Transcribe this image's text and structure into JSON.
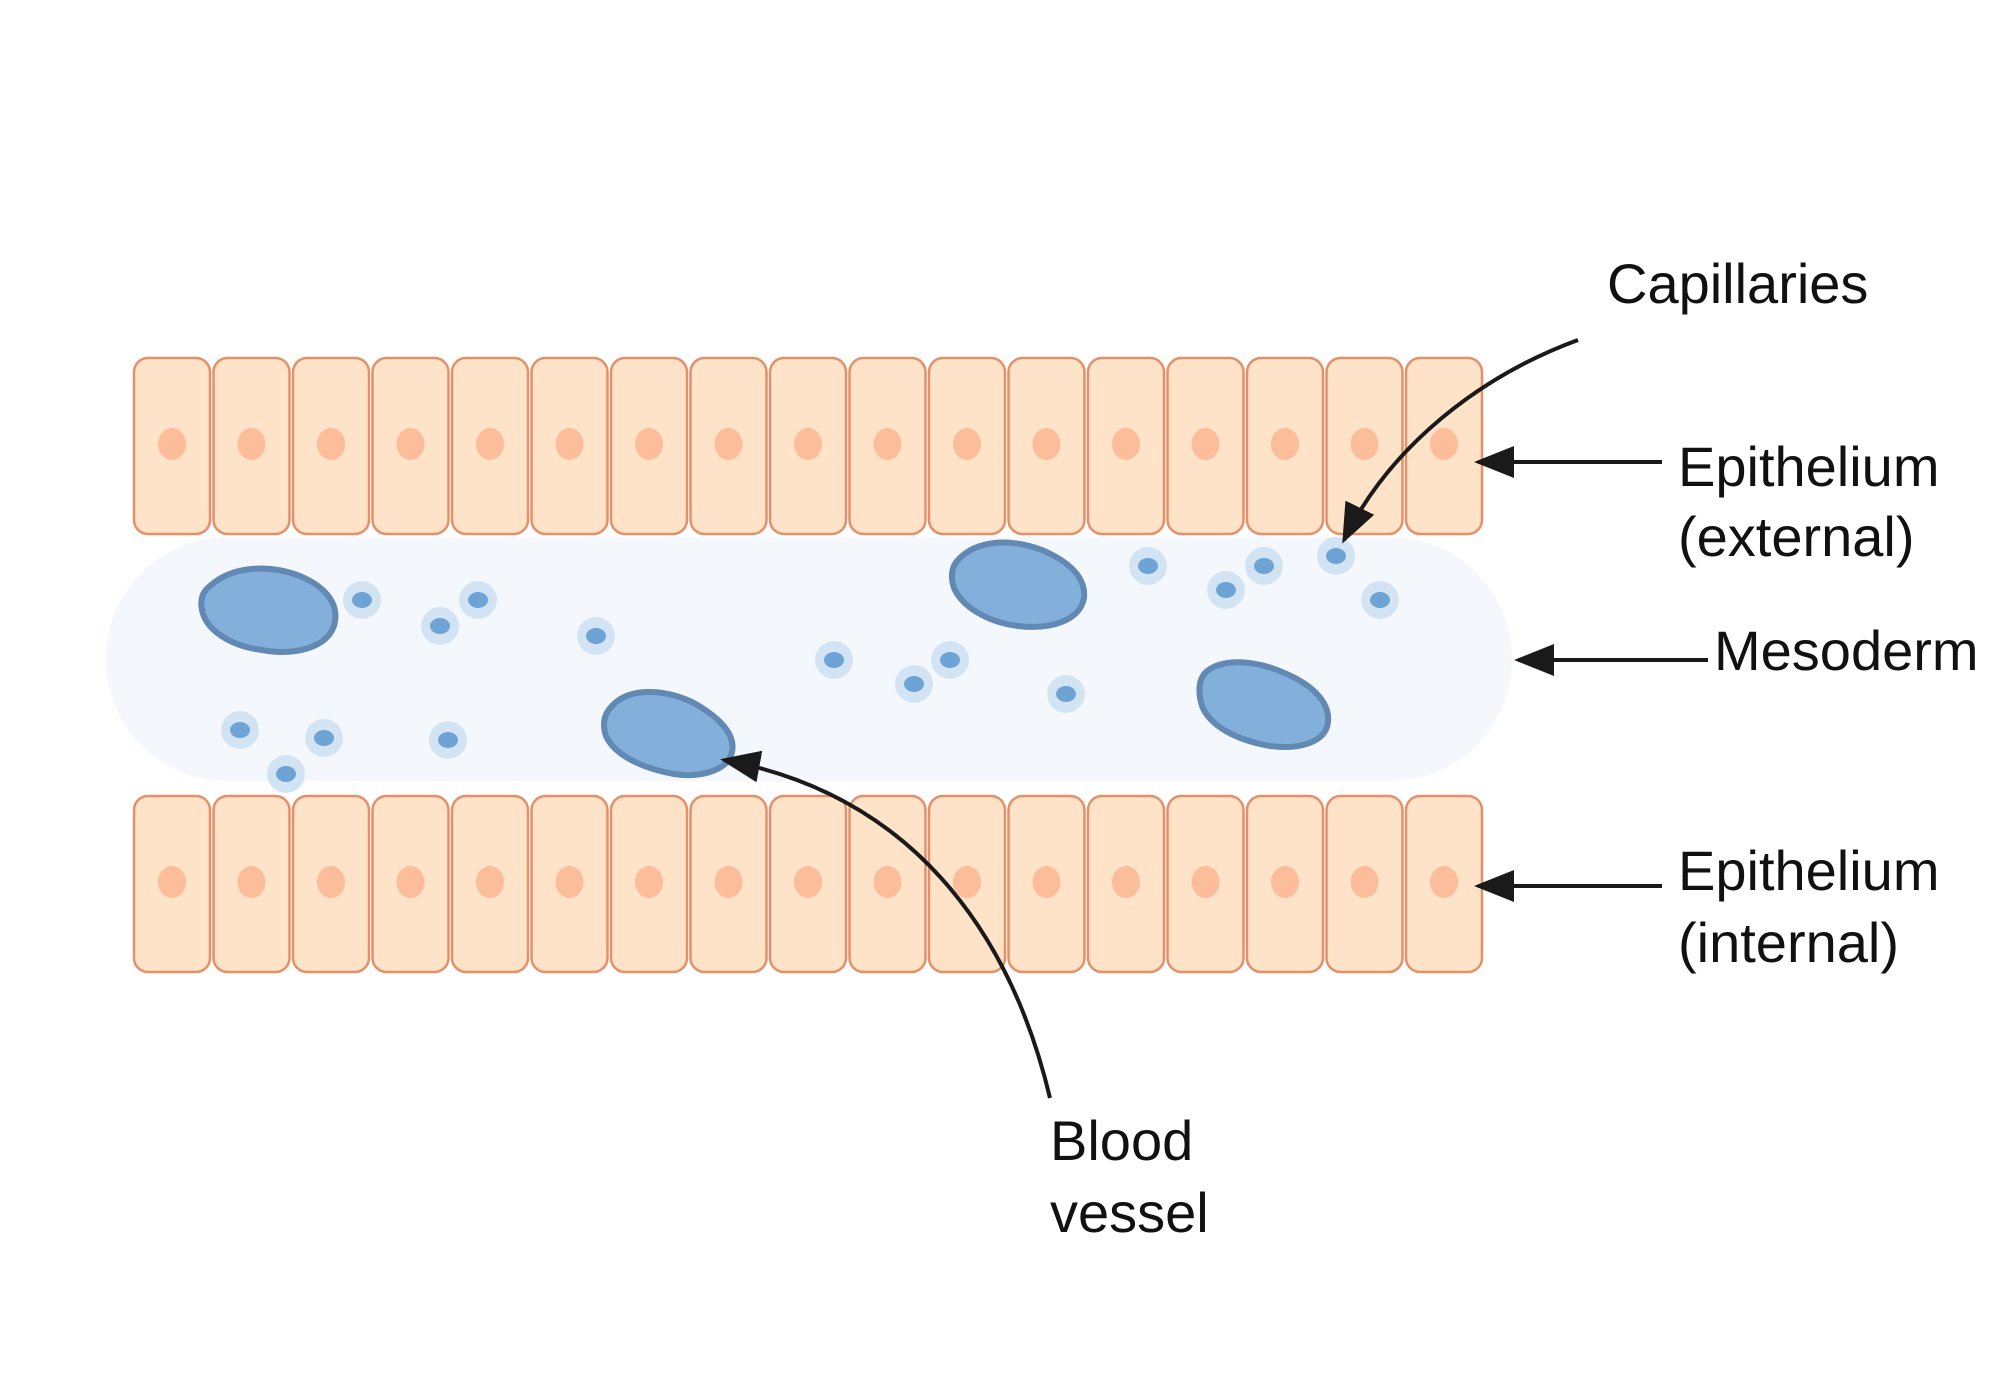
{
  "colors": {
    "background": "#ffffff",
    "cell_fill": "#fee3c9",
    "cell_stroke": "#e49068",
    "cell_nucleus": "#fbbd9a",
    "mesoderm_fill": "#f4f8fc",
    "vessel_fill": "#82b0da",
    "vessel_stroke": "#6289b3",
    "capillary_halo": "#d2e4f4",
    "capillary_core": "#6ea3d6",
    "arrow": "#1a1a1a"
  },
  "labels": {
    "capillaries": "Capillaries",
    "epithelium_external_line1": "Epithelium",
    "epithelium_external_line2": "(external)",
    "mesoderm": "Mesoderm",
    "epithelium_internal_line1": "Epithelium",
    "epithelium_internal_line2": "(internal)",
    "blood_vessel_line1": "Blood",
    "blood_vessel_line2": "vessel"
  },
  "icons": [
    "epithelial-cell-icon",
    "blood-vessel-icon",
    "capillary-icon",
    "arrow-icon"
  ]
}
